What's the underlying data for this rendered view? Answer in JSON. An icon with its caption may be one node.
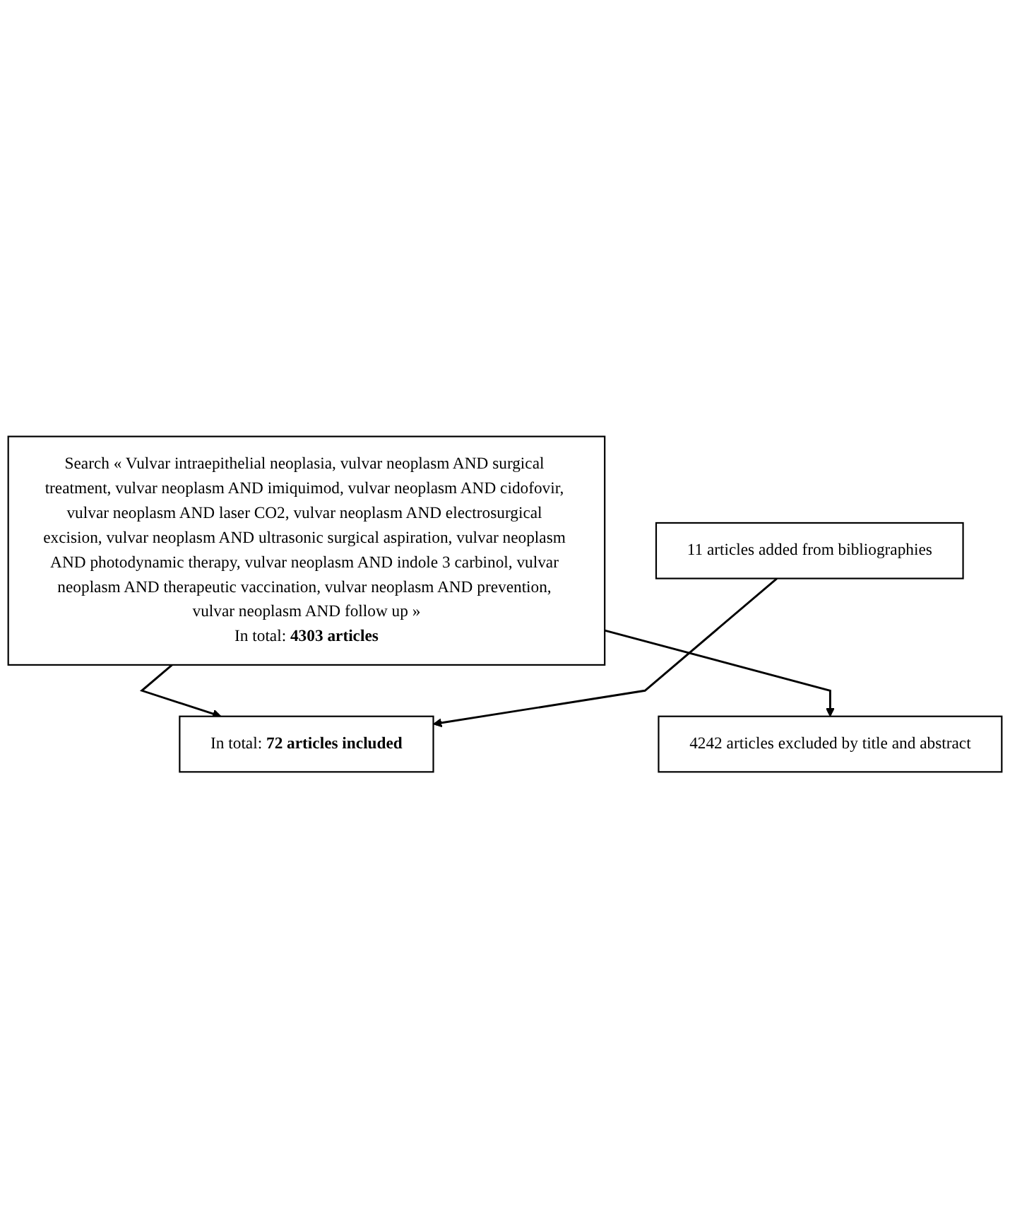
{
  "diagram": {
    "nodes": [
      {
        "text": [
          "Search « Vulvar intraepithelial neoplasia, vulvar neoplasm AND surgical treatment, vulvar neoplasm AND imiquimod, vulvar neoplasm AND cidofovir, vulvar neoplasm AND laser CO2, vulvar neoplasm AND electrosurgical excision, vulvar neoplasm AND ultrasonic surgical aspiration, vulvar neoplasm AND photodynamic therapy, vulvar neoplasm AND indole 3 carbinol, vulvar neoplasm AND therapeutic vaccination, vulvar neoplasm AND prevention, vulvar neoplasm AND follow up »",
          "In total: **4303 articles**"
        ]
      },
      {
        "text": [
          "4242 articles excluded by title and abstract"
        ]
      },
      {
        "text": [
          "11 articles added from bibliographies"
        ]
      },
      {
        "text": [
          "In total: **72 articles included**"
        ]
      }
    ],
    "edges": [
      {
        "from": 0,
        "to": 3,
        "arrow": "to"
      },
      {
        "from": 0,
        "to": 1,
        "arrow": "to"
      },
      {
        "from": 2,
        "to": 3,
        "arrow": "to"
      }
    ]
  }
}
